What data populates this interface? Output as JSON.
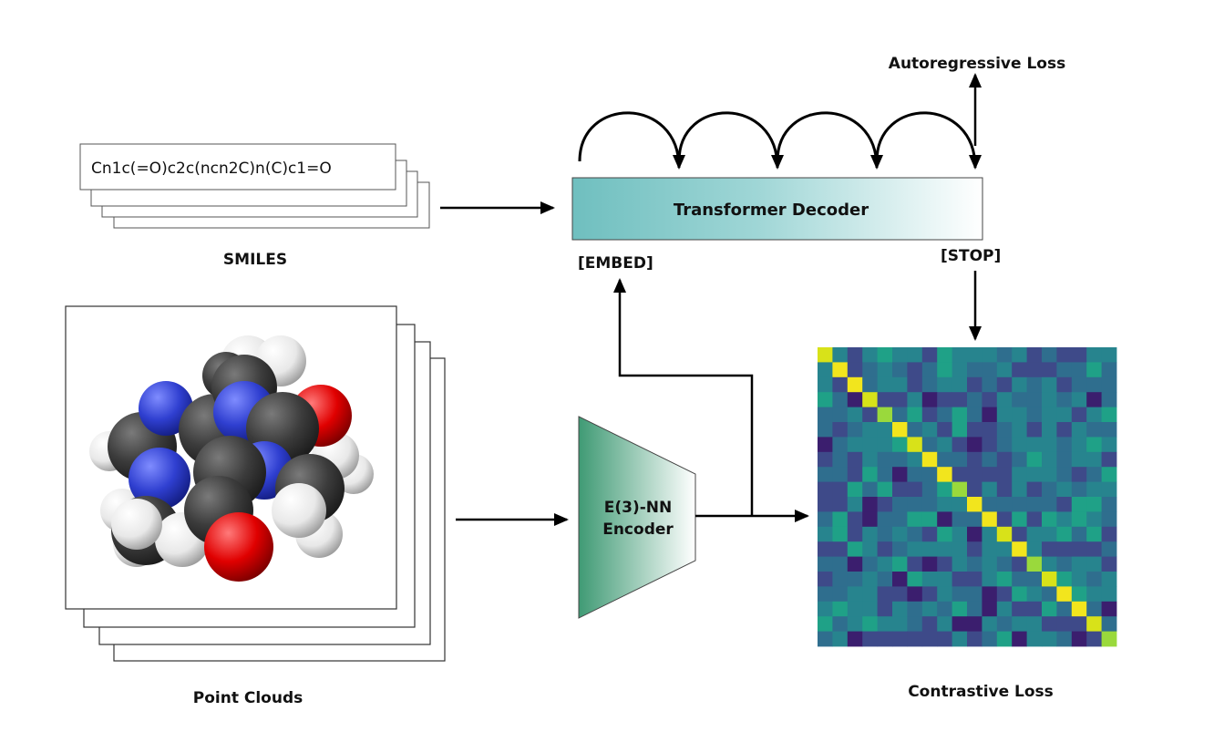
{
  "smiles": {
    "string": "Cn1c(=O)c2c(ncn2C)n(C)c1=O",
    "label": "SMILES"
  },
  "point_clouds": {
    "label": "Point Clouds"
  },
  "decoder": {
    "label": "Transformer Decoder",
    "embed_token": "[EMBED]",
    "stop_token": "[STOP]",
    "loss_label": "Autoregressive Loss",
    "gradient_start": "#6fbfbf",
    "gradient_end": "#ffffff"
  },
  "encoder": {
    "line1": "E(3)-NN",
    "line2": "Encoder",
    "gradient_start": "#3f9a74",
    "gradient_end": "#ffffff"
  },
  "contrastive": {
    "label": "Contrastive Loss",
    "size": 20,
    "colormap": "viridis"
  },
  "molecule": {
    "atom_colors": {
      "carbon": "#3c3c3c",
      "nitrogen": "#2f3fd0",
      "oxygen": "#e00000",
      "hydrogen": "#f2f2f2"
    }
  }
}
